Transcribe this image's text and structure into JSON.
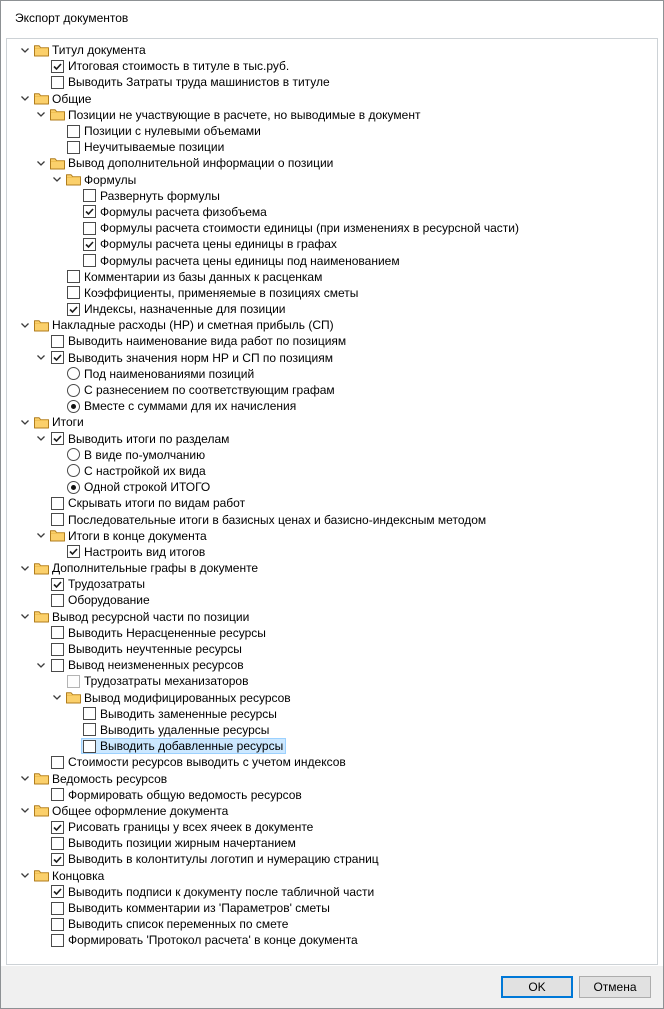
{
  "window": {
    "title": "Экспорт документов"
  },
  "buttons": {
    "ok": "OK",
    "cancel": "Отмена"
  },
  "colors": {
    "accent": "#0078d7",
    "selection_bg": "#cce8ff",
    "selection_border": "#9cd1ff",
    "folder": "#fbd06b",
    "footer_bg": "#f0f0f0"
  },
  "icons": {
    "expander": "chevron-down-icon",
    "group": "folder-icon",
    "checkbox": "checkbox-icon",
    "radio": "radio-button-icon"
  },
  "tree": {
    "items": [
      {
        "level": 0,
        "type": "folder",
        "expander": true,
        "label": "Титул документа"
      },
      {
        "level": 1,
        "type": "checkbox",
        "checked": true,
        "label": "Итоговая стоимость в титуле в тыс.руб."
      },
      {
        "level": 1,
        "type": "checkbox",
        "checked": false,
        "label": "Выводить Затраты труда машинистов в титуле"
      },
      {
        "level": 0,
        "type": "folder",
        "expander": true,
        "label": "Общие"
      },
      {
        "level": 1,
        "type": "folder",
        "expander": true,
        "label": "Позиции не участвующие в расчете, но выводимые в документ"
      },
      {
        "level": 2,
        "type": "checkbox",
        "checked": false,
        "label": "Позиции с нулевыми объемами"
      },
      {
        "level": 2,
        "type": "checkbox",
        "checked": false,
        "label": "Неучитываемые позиции"
      },
      {
        "level": 1,
        "type": "folder",
        "expander": true,
        "label": "Вывод дополнительной информации о позиции"
      },
      {
        "level": 2,
        "type": "folder",
        "expander": true,
        "label": "Формулы"
      },
      {
        "level": 3,
        "type": "checkbox",
        "checked": false,
        "label": "Развернуть формулы"
      },
      {
        "level": 3,
        "type": "checkbox",
        "checked": true,
        "label": "Формулы расчета физобъема"
      },
      {
        "level": 3,
        "type": "checkbox",
        "checked": false,
        "label": "Формулы расчета стоимости единицы (при изменениях в ресурсной части)"
      },
      {
        "level": 3,
        "type": "checkbox",
        "checked": true,
        "label": "Формулы расчета цены единицы в графах"
      },
      {
        "level": 3,
        "type": "checkbox",
        "checked": false,
        "label": "Формулы расчета цены единицы под наименованием"
      },
      {
        "level": 2,
        "type": "checkbox",
        "checked": false,
        "label": "Комментарии из базы данных к расценкам"
      },
      {
        "level": 2,
        "type": "checkbox",
        "checked": false,
        "label": "Коэффициенты, применяемые в позициях сметы"
      },
      {
        "level": 2,
        "type": "checkbox",
        "checked": true,
        "label": "Индексы, назначенные для позиции"
      },
      {
        "level": 0,
        "type": "folder",
        "expander": true,
        "label": "Накладные расходы (НР) и сметная прибыль (СП)"
      },
      {
        "level": 1,
        "type": "checkbox",
        "checked": false,
        "label": "Выводить наименование вида работ по позициям"
      },
      {
        "level": 1,
        "type": "checkbox",
        "checked": true,
        "expander": true,
        "label": "Выводить значения норм НР и СП по позициям"
      },
      {
        "level": 2,
        "type": "radio",
        "checked": false,
        "label": "Под наименованиями позиций"
      },
      {
        "level": 2,
        "type": "radio",
        "checked": false,
        "label": "С разнесением по соответствующим графам"
      },
      {
        "level": 2,
        "type": "radio",
        "checked": true,
        "label": "Вместе с суммами для их начисления"
      },
      {
        "level": 0,
        "type": "folder",
        "expander": true,
        "label": "Итоги"
      },
      {
        "level": 1,
        "type": "checkbox",
        "checked": true,
        "expander": true,
        "label": "Выводить итоги по разделам"
      },
      {
        "level": 2,
        "type": "radio",
        "checked": false,
        "label": "В виде по-умолчанию"
      },
      {
        "level": 2,
        "type": "radio",
        "checked": false,
        "label": "С настройкой их вида"
      },
      {
        "level": 2,
        "type": "radio",
        "checked": true,
        "label": "Одной строкой ИТОГО"
      },
      {
        "level": 1,
        "type": "checkbox",
        "checked": false,
        "label": "Скрывать итоги по видам работ"
      },
      {
        "level": 1,
        "type": "checkbox",
        "checked": false,
        "label": "Последовательные итоги в базисных ценах и базисно-индексным методом"
      },
      {
        "level": 1,
        "type": "folder",
        "expander": true,
        "label": "Итоги в конце документа"
      },
      {
        "level": 2,
        "type": "checkbox",
        "checked": true,
        "label": "Настроить вид итогов"
      },
      {
        "level": 0,
        "type": "folder",
        "expander": true,
        "label": "Дополнительные графы в документе"
      },
      {
        "level": 1,
        "type": "checkbox",
        "checked": true,
        "label": "Трудозатраты"
      },
      {
        "level": 1,
        "type": "checkbox",
        "checked": false,
        "label": "Оборудование"
      },
      {
        "level": 0,
        "type": "folder",
        "expander": true,
        "label": "Вывод ресурсной части по позиции"
      },
      {
        "level": 1,
        "type": "checkbox",
        "checked": false,
        "label": "Выводить Нерасцененные ресурсы"
      },
      {
        "level": 1,
        "type": "checkbox",
        "checked": false,
        "label": "Выводить неучтенные ресурсы"
      },
      {
        "level": 1,
        "type": "checkbox",
        "checked": false,
        "expander": true,
        "label": "Вывод неизмененных ресурсов"
      },
      {
        "level": 2,
        "type": "checkbox",
        "checked": false,
        "disabled": true,
        "label": "Трудозатраты механизаторов"
      },
      {
        "level": 2,
        "type": "folder",
        "expander": true,
        "label": "Вывод модифицированных ресурсов"
      },
      {
        "level": 3,
        "type": "checkbox",
        "checked": false,
        "label": "Выводить замененные ресурсы"
      },
      {
        "level": 3,
        "type": "checkbox",
        "checked": false,
        "label": "Выводить удаленные ресурсы"
      },
      {
        "level": 3,
        "type": "checkbox",
        "checked": false,
        "selected": true,
        "label": "Выводить добавленные ресурсы"
      },
      {
        "level": 1,
        "type": "checkbox",
        "checked": false,
        "label": "Стоимости ресурсов выводить с учетом индексов"
      },
      {
        "level": 0,
        "type": "folder",
        "expander": true,
        "label": "Ведомость ресурсов"
      },
      {
        "level": 1,
        "type": "checkbox",
        "checked": false,
        "label": "Формировать общую ведомость ресурсов"
      },
      {
        "level": 0,
        "type": "folder",
        "expander": true,
        "label": "Общее оформление документа"
      },
      {
        "level": 1,
        "type": "checkbox",
        "checked": true,
        "label": "Рисовать границы у всех ячеек в документе"
      },
      {
        "level": 1,
        "type": "checkbox",
        "checked": false,
        "label": "Выводить позиции жирным начертанием"
      },
      {
        "level": 1,
        "type": "checkbox",
        "checked": true,
        "label": "Выводить в колонтитулы логотип и нумерацию страниц"
      },
      {
        "level": 0,
        "type": "folder",
        "expander": true,
        "label": "Концовка"
      },
      {
        "level": 1,
        "type": "checkbox",
        "checked": true,
        "label": "Выводить подписи к документу после табличной части"
      },
      {
        "level": 1,
        "type": "checkbox",
        "checked": false,
        "label": "Выводить комментарии из 'Параметров' сметы"
      },
      {
        "level": 1,
        "type": "checkbox",
        "checked": false,
        "label": "Выводить список переменных по смете"
      },
      {
        "level": 1,
        "type": "checkbox",
        "checked": false,
        "label": "Формировать 'Протокол расчета' в конце документа"
      }
    ]
  }
}
